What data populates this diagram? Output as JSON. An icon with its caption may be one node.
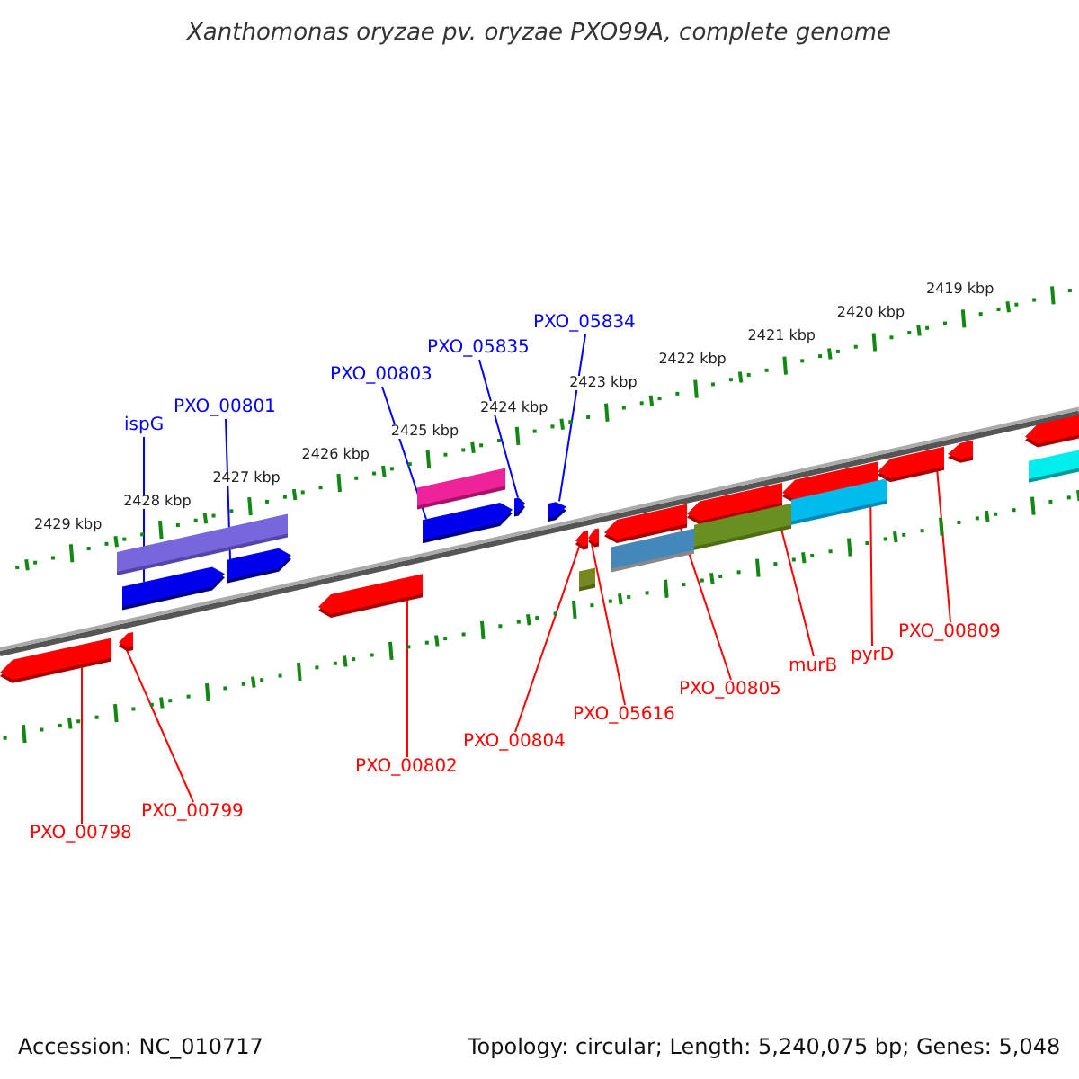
{
  "diagram": {
    "title": "Xanthomonas oryzae pv. oryzae PXO99A, complete genome",
    "nodes": [
      {
        "text": [
          "ispG"
        ]
      },
      {
        "text": [
          "PXO_00801"
        ]
      },
      {
        "text": [
          "PXO_00803"
        ]
      },
      {
        "text": [
          "PXO_05835"
        ]
      },
      {
        "text": [
          "PXO_05834"
        ]
      },
      {
        "text": [
          "PXO_00798"
        ]
      },
      {
        "text": [
          "PXO_00799"
        ]
      },
      {
        "text": [
          "PXO_00802"
        ]
      },
      {
        "text": [
          "PXO_00804"
        ]
      },
      {
        "text": [
          "PXO_05616"
        ]
      },
      {
        "text": [
          "PXO_00805"
        ]
      },
      {
        "text": [
          "murB"
        ]
      },
      {
        "text": [
          "pyrD"
        ]
      },
      {
        "text": [
          "PXO_00809"
        ]
      },
      {
        "text": [],
        "shape": "arrow"
      },
      {
        "text": [],
        "shape": "bar"
      },
      {
        "text": [],
        "shape": "arrow"
      },
      {
        "text": [],
        "shape": "arrow"
      },
      {
        "text": [],
        "shape": "arrow"
      },
      {
        "text": [],
        "shape": "arrow"
      },
      {
        "text": [],
        "shape": "bar"
      },
      {
        "text": [],
        "shape": "arrow"
      },
      {
        "text": [],
        "shape": "arrow"
      },
      {
        "text": [],
        "shape": "arrow"
      },
      {
        "text": [],
        "shape": "arrow"
      },
      {
        "text": [],
        "shape": "bar"
      },
      {
        "text": [],
        "shape": "arrow"
      },
      {
        "text": [],
        "shape": "arrow"
      },
      {
        "text": [],
        "shape": "bar"
      },
      {
        "text": [],
        "shape": "arrow"
      },
      {
        "text": [],
        "shape": "bar"
      },
      {
        "text": [],
        "shape": "arrow"
      },
      {
        "text": [],
        "shape": "bar"
      },
      {
        "text": [],
        "shape": "arrow"
      },
      {
        "text": [],
        "shape": "arrow"
      },
      {
        "text": [],
        "shape": "arrow"
      },
      {
        "text": [],
        "shape": "bar"
      }
    ],
    "edges": [
      {
        "from": 0,
        "to": 17,
        "arrow": "none",
        "color": "#0000ff"
      },
      {
        "from": 1,
        "to": 18,
        "arrow": "none",
        "color": "#0000ff"
      },
      {
        "from": 2,
        "to": 21,
        "arrow": "none",
        "color": "#0000ff"
      },
      {
        "from": 3,
        "to": 22,
        "arrow": "none",
        "color": "#0000ff"
      },
      {
        "from": 4,
        "to": 23,
        "arrow": "none",
        "color": "#0000ff"
      },
      {
        "from": 5,
        "to": 14,
        "arrow": "none"
      },
      {
        "from": 6,
        "to": 16,
        "arrow": "none"
      },
      {
        "from": 7,
        "to": 19,
        "arrow": "none"
      },
      {
        "from": 8,
        "to": 24,
        "arrow": "none"
      },
      {
        "from": 9,
        "to": 26,
        "arrow": "none"
      },
      {
        "from": 10,
        "to": 27,
        "arrow": "none"
      },
      {
        "from": 11,
        "to": 29,
        "arrow": "none"
      },
      {
        "from": 12,
        "to": 31,
        "arrow": "none"
      },
      {
        "from": 13,
        "to": 33,
        "arrow": "none"
      }
    ],
    "labels": [
      "2419 kbp",
      "2420 kbp",
      "2421 kbp",
      "2422 kbp",
      "2423 kbp",
      "2424 kbp",
      "2425 kbp",
      "2426 kbp",
      "2427 kbp",
      "2428 kbp",
      "2429 kbp",
      "Accession: NC_010717",
      "Topology: circular; Length: 5,240,075 bp; Genes: 5,048"
    ]
  }
}
